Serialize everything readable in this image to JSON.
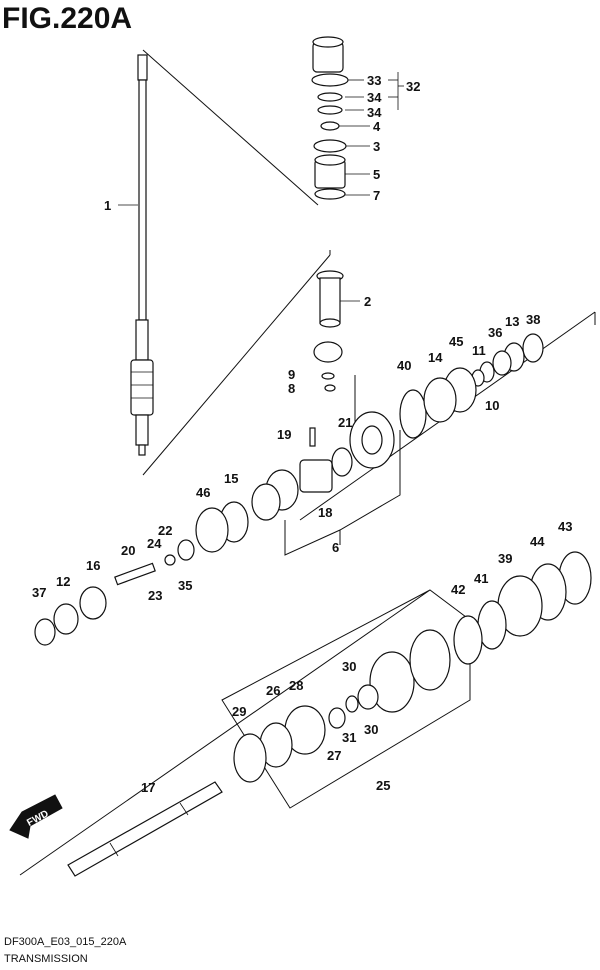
{
  "figure": {
    "title": "FIG.220A",
    "code": "DF300A_E03_015_220A",
    "name": "TRANSMISSION",
    "fwd_label": "FWD"
  },
  "callouts": [
    "1",
    "2",
    "3",
    "4",
    "5",
    "6",
    "7",
    "8",
    "9",
    "10",
    "11",
    "12",
    "13",
    "14",
    "15",
    "16",
    "17",
    "18",
    "19",
    "20",
    "21",
    "22",
    "23",
    "24",
    "25",
    "26",
    "27",
    "28",
    "29",
    "30",
    "30",
    "31",
    "32",
    "33",
    "34",
    "34",
    "35",
    "36",
    "37",
    "38",
    "39",
    "40",
    "41",
    "42",
    "43",
    "44",
    "45",
    "46"
  ]
}
